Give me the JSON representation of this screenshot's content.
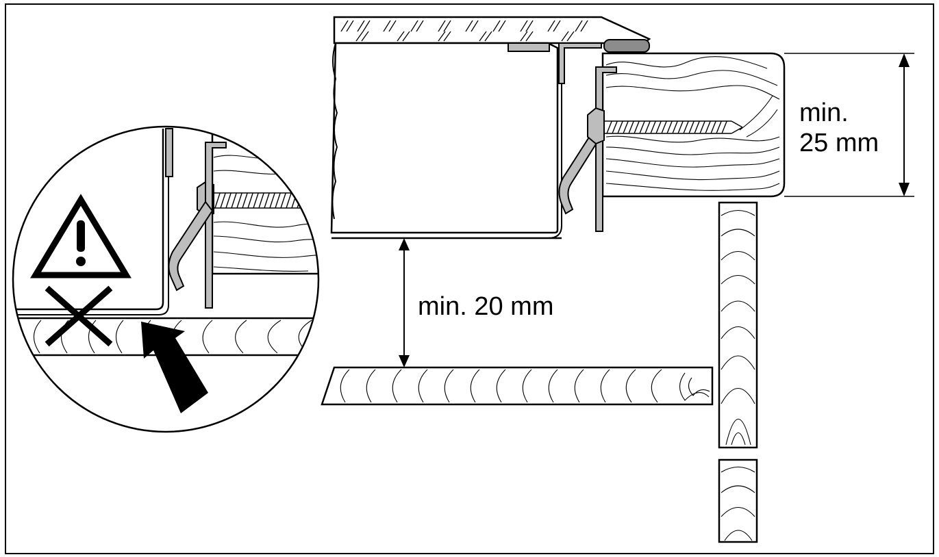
{
  "diagram": {
    "labels": {
      "min_top": "min.",
      "dim_25": "25 mm",
      "dim_20": "min. 20 mm"
    },
    "icons": {
      "warning": "warning-triangle-icon",
      "prohibited": "cross-icon",
      "pointer": "arrow-icon"
    },
    "colors": {
      "stroke": "#000000",
      "metal": "#bdbdbd",
      "background": "#ffffff"
    }
  }
}
